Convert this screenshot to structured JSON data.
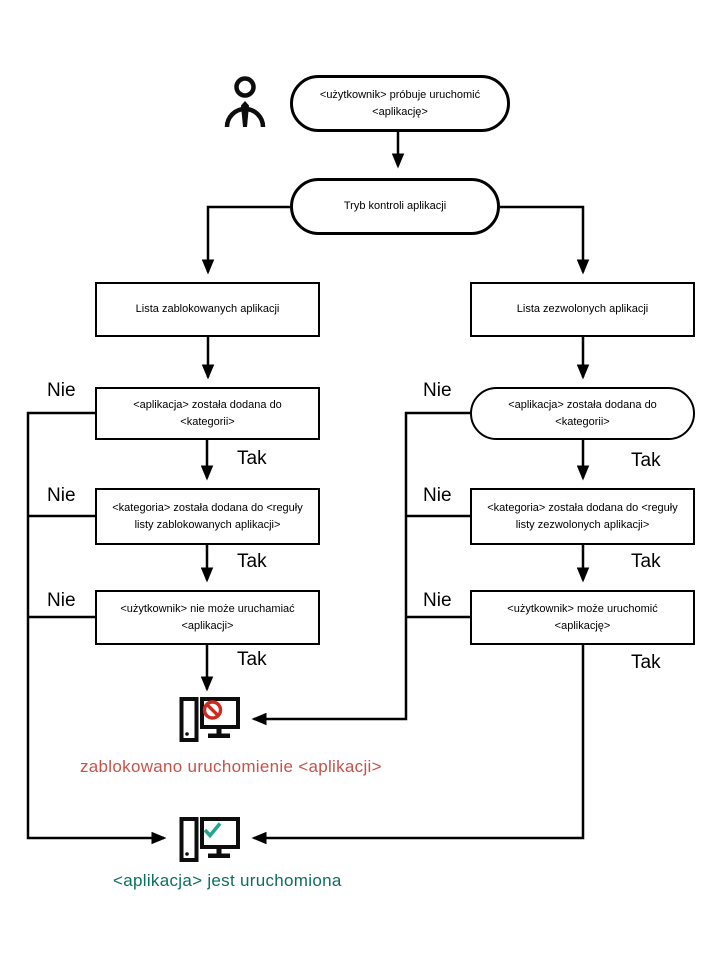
{
  "nodes": {
    "start": "<użytkownik> próbuje uruchomić <aplikację>",
    "mode": "Tryb kontroli aplikacji",
    "blocked_list": "Lista zablokowanych aplikacji",
    "allowed_list": "Lista zezwolonych aplikacji",
    "left": {
      "app_added": "<aplikacja> została dodana do <kategorii>",
      "category_added": "<kategoria> została dodana do <reguły listy zablokowanych aplikacji>",
      "user_cannot_run": "<użytkownik> nie może uruchamiać <aplikacji>"
    },
    "right": {
      "app_added": "<aplikacja> została dodana do <kategorii>",
      "category_added": "<kategoria> została dodana do <reguły listy zezwolonych aplikacji>",
      "user_can_run": "<użytkownik> może uruchomić <aplikację>"
    }
  },
  "edge_labels": {
    "yes": "Tak",
    "no": "Nie"
  },
  "results": {
    "blocked": "zablokowano uruchomienie <aplikacji>",
    "running": "<aplikacja> jest uruchomiona"
  },
  "icons": {
    "person": "person-icon",
    "blocked_computer": "computer-blocked-icon",
    "running_computer": "computer-check-icon"
  },
  "colors": {
    "line": "#000000",
    "blocked_text": "#c5534a",
    "running_text": "#0a6e60",
    "prohibition": "#ce2a1d",
    "check": "#23a78f"
  }
}
